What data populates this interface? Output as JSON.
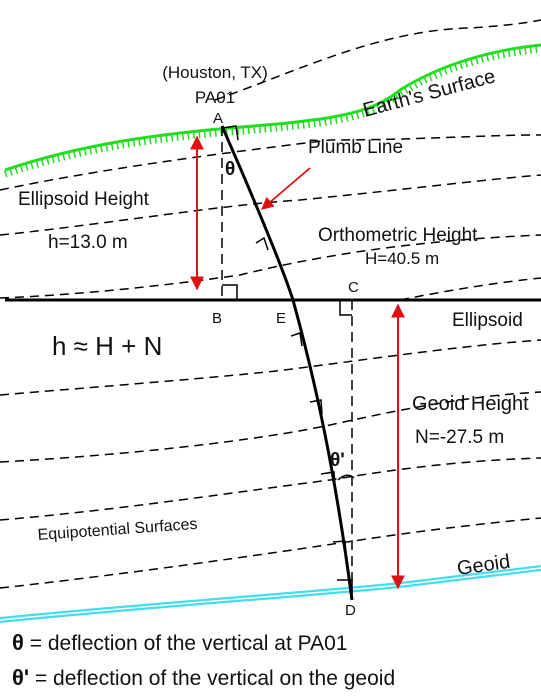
{
  "location": {
    "name": "(Houston, TX)",
    "station": "PA01"
  },
  "labels": {
    "earth_surface": "Earth's Surface",
    "plumb_line": "Plumb Line",
    "ellipsoid_height_title": "Ellipsoid Height",
    "ellipsoid_height_value": "h=13.0 m",
    "orthometric_height_title": "Orthometric Height",
    "orthometric_height_value": "H=40.5 m",
    "ellipsoid": "Ellipsoid",
    "formula": "h ≈ H + N",
    "geoid_height_title": "Geoid Height",
    "geoid_height_value": "N=-27.5 m",
    "equipotential": "Equipotential Surfaces",
    "geoid": "Geoid",
    "theta": "θ",
    "theta_prime": "θ'"
  },
  "points": {
    "A": "A",
    "B": "B",
    "C": "C",
    "D": "D",
    "E": "E"
  },
  "legend": {
    "theta_symbol": "θ",
    "theta_text": " = deflection of the vertical at PA01",
    "theta_prime_symbol": "θ'",
    "theta_prime_text": " = deflection of the vertical on the geoid"
  },
  "colors": {
    "surface": "#22dd22",
    "geoid": "#44ddee",
    "arrow": "#dd1111",
    "line": "#000000"
  }
}
